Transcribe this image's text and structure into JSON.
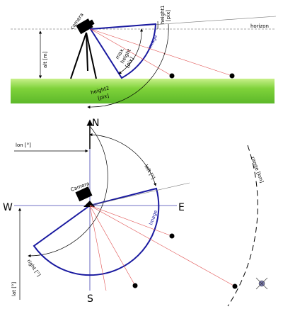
{
  "side_view": {
    "camera_label": "camera",
    "image_label": "image",
    "height1_label": "height1",
    "height1_unit": "[pix]",
    "horizon_label": "horizon",
    "alt_label": "alt [m]",
    "max_height_label_1": "max.",
    "max_height_label_2": "height",
    "max_height_label_3": "[pix]",
    "height2_label": "height2",
    "height2_unit": "[pix]"
  },
  "top_view": {
    "north": "N",
    "south": "S",
    "east": "E",
    "west": "W",
    "camera_label": "Camera",
    "image_label": "Image",
    "left_label": "left [°]",
    "right_label": "right [°]",
    "lon_label": "lon [°]",
    "lat_label": "lat [°]",
    "range_label": "range [km]"
  },
  "colors": {
    "ground": "#7fd23a",
    "image_frame": "#1a1aa0",
    "rays": "#e05050",
    "axes": "#4040b0"
  }
}
